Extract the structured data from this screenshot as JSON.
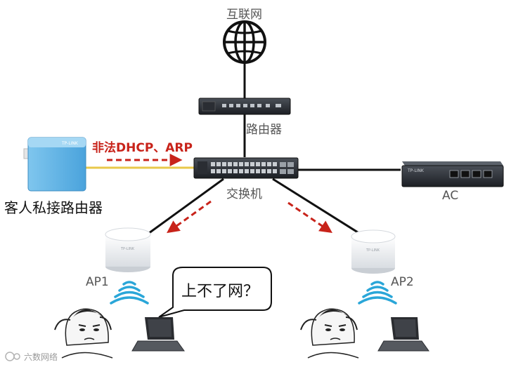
{
  "labels": {
    "internet": "互联网",
    "router": "路由器",
    "switch": "交换机",
    "ac": "AC",
    "guest_router": "客人私接路由器",
    "ap1": "AP1",
    "ap2": "AP2",
    "attack": "非法DHCP、ARP",
    "bubble": "上不了网？"
  },
  "device_brand": "TP-LINK",
  "watermark": "六数网络",
  "colors": {
    "line": "#111111",
    "guest_link": "#e8c84a",
    "attack_red": "#c8231a",
    "wifi_blue": "#2aa6d8"
  }
}
